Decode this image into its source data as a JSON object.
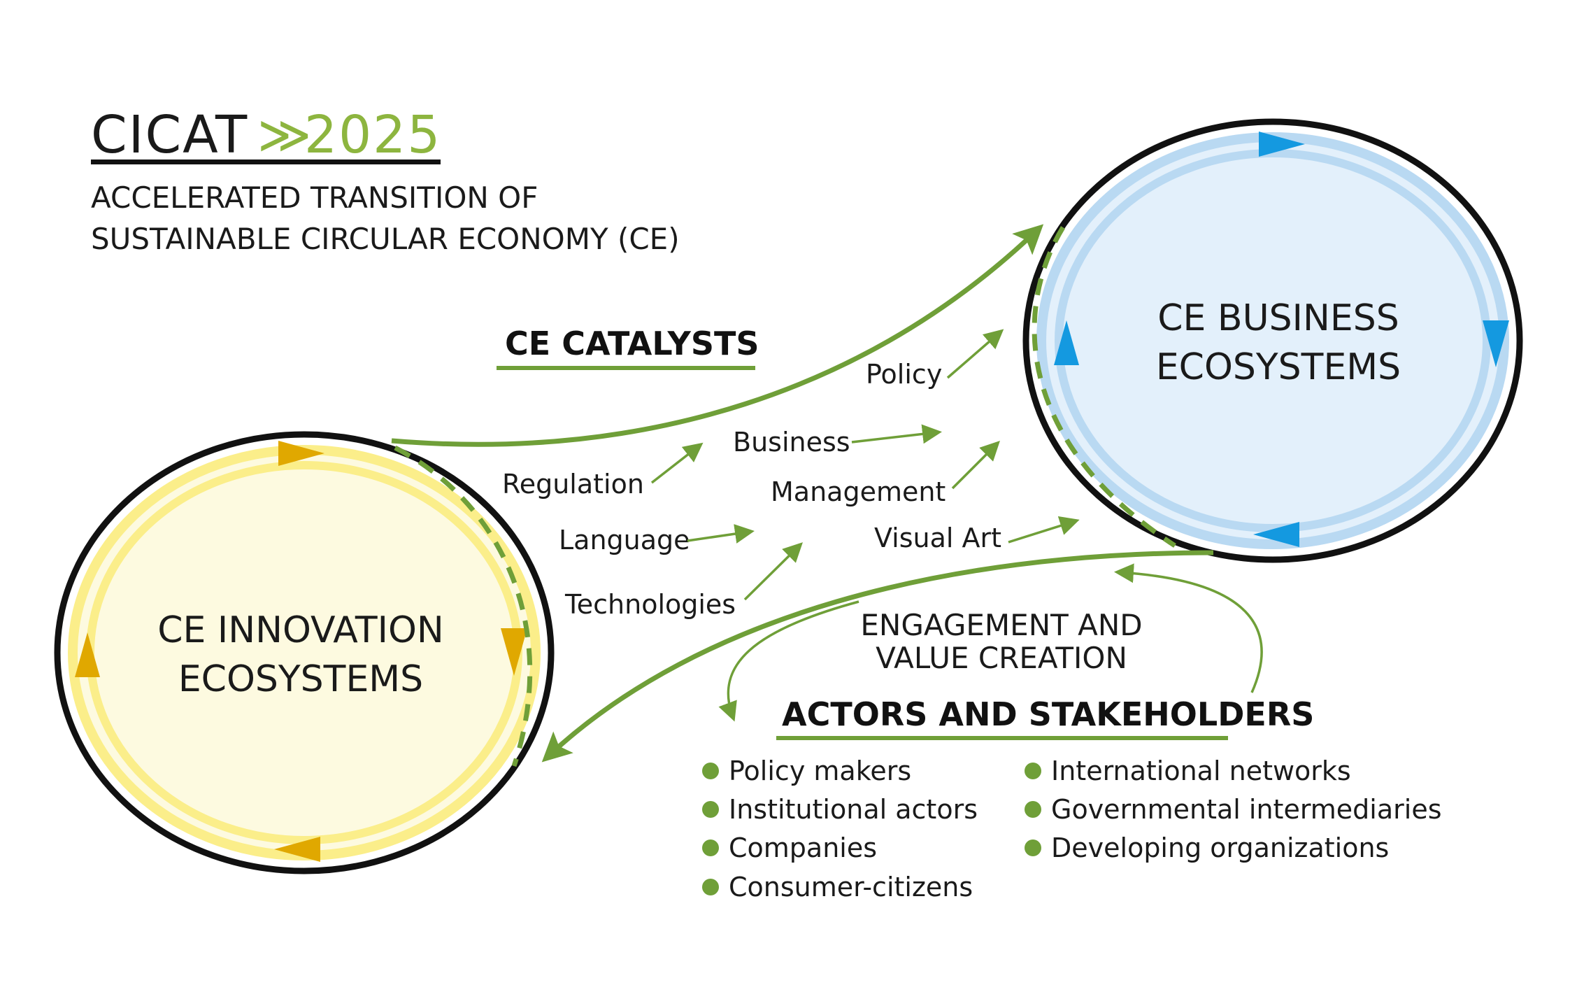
{
  "logo": {
    "brand": "CICAT",
    "mark": "≫",
    "year": "2025"
  },
  "subtitle": {
    "line1": "ACCELERATED TRANSITION OF",
    "line2": "SUSTAINABLE CIRCULAR ECONOMY (CE)"
  },
  "innovation": {
    "line1": "CE INNOVATION",
    "line2": "ECOSYSTEMS"
  },
  "business": {
    "line1": "CE BUSINESS",
    "line2": "ECOSYSTEMS"
  },
  "catalysts": {
    "heading": "CE CATALYSTS",
    "items": {
      "regulation": "Regulation",
      "language": "Language",
      "technologies": "Technologies",
      "business": "Business",
      "management": "Management",
      "policy": "Policy",
      "visual_art": "Visual Art"
    }
  },
  "engagement": {
    "line1": "ENGAGEMENT AND",
    "line2": "VALUE CREATION"
  },
  "actors": {
    "heading": "ACTORS AND STAKEHOLDERS",
    "left": [
      "Policy makers",
      "Institutional actors",
      "Companies",
      "Consumer-citizens"
    ],
    "right": [
      "International networks",
      "Governmental intermediaries",
      "Developing organizations"
    ]
  },
  "colors": {
    "green": "#6f9f38",
    "lime": "#8db53f",
    "yellow_ring": "#fbee8a",
    "yellow_fill": "#fdfae0",
    "yellow_arrow": "#e0a800",
    "blue_ring": "#b9d9f2",
    "blue_fill": "#e3f0fb",
    "blue_arrow": "#1499e0",
    "black": "#111111"
  }
}
